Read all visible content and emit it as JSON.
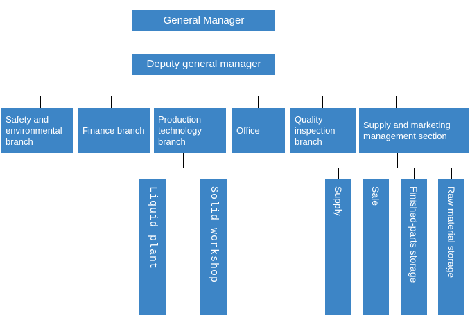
{
  "chart_data": {
    "type": "diagram",
    "title": "Organizational structure chart",
    "orientation": "top-down",
    "node_color": "#3d85c6",
    "text_color": "#ffffff",
    "connector_color": "#000000",
    "background": "#ffffff",
    "levels": [
      {
        "level": 1,
        "labels": [
          "General Manager"
        ]
      },
      {
        "level": 2,
        "labels": [
          "Deputy general manager"
        ]
      },
      {
        "level": 3,
        "labels": [
          "Safety and environmental branch",
          "Finance branch",
          "Production technology branch",
          "Office",
          "Quality inspection branch",
          "Supply and marketing management section"
        ]
      },
      {
        "level": 4,
        "labels": [
          "Liquid plant",
          "Solid workshop",
          "Supply",
          "Sale",
          "Finished-parts storage",
          "Raw material storage"
        ]
      }
    ],
    "edges": [
      {
        "from": "General Manager",
        "to": "Deputy general manager"
      },
      {
        "from": "Deputy general manager",
        "to": "Safety and environmental branch"
      },
      {
        "from": "Deputy general manager",
        "to": "Finance branch"
      },
      {
        "from": "Deputy general manager",
        "to": "Production technology branch"
      },
      {
        "from": "Deputy general manager",
        "to": "Office"
      },
      {
        "from": "Deputy general manager",
        "to": "Quality inspection branch"
      },
      {
        "from": "Deputy general manager",
        "to": "Supply and marketing management section"
      },
      {
        "from": "Production technology branch",
        "to": "Liquid plant"
      },
      {
        "from": "Production technology branch",
        "to": "Solid workshop"
      },
      {
        "from": "Supply and marketing management section",
        "to": "Supply"
      },
      {
        "from": "Supply and marketing management section",
        "to": "Sale"
      },
      {
        "from": "Supply and marketing management section",
        "to": "Finished-parts storage"
      },
      {
        "from": "Supply and marketing management section",
        "to": "Raw material storage"
      }
    ]
  },
  "nodes": {
    "general_manager": "General Manager",
    "deputy_general_manager": "Deputy general manager",
    "safety_branch": "Safety and environmental branch",
    "finance_branch": "Finance branch",
    "production_branch": "Production technology branch",
    "office": "Office",
    "quality_branch": "Quality inspection branch",
    "supply_marketing_section": "Supply and marketing management section",
    "liquid_plant": "Liquid plant",
    "solid_workshop": "Solid workshop",
    "supply": "Supply",
    "sale": "Sale",
    "finished_parts_storage": "Finished-parts storage",
    "raw_material_storage": "Raw material storage"
  }
}
